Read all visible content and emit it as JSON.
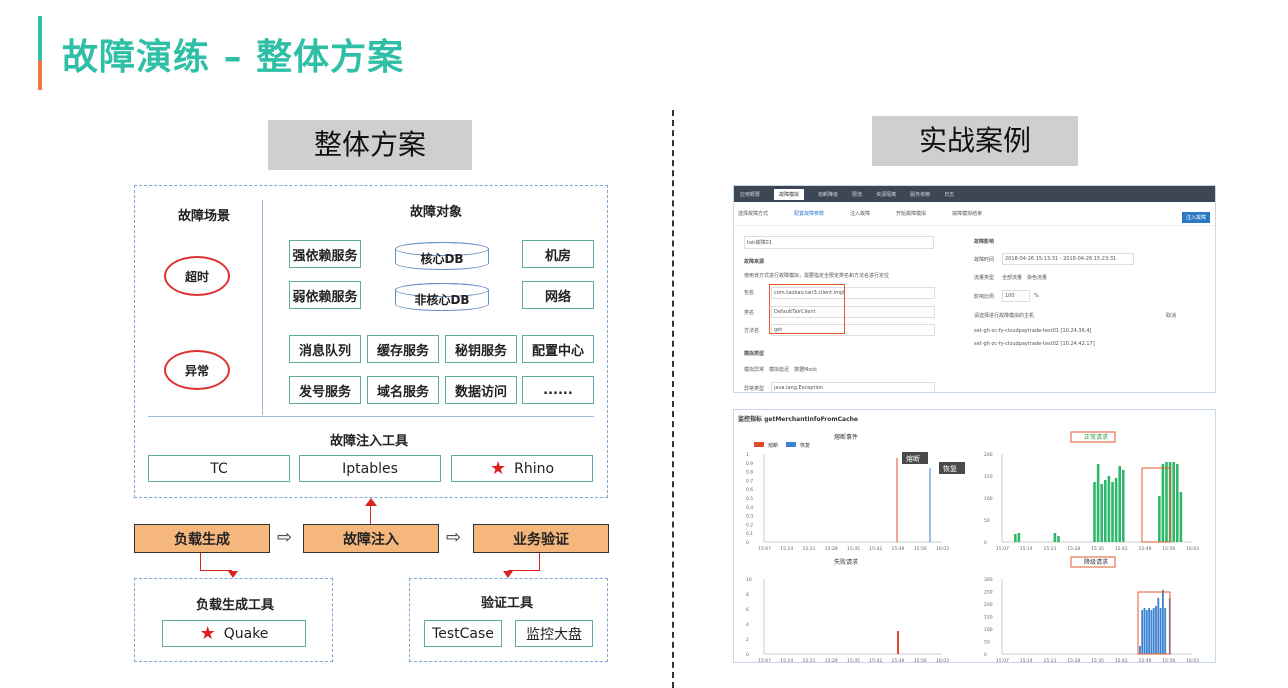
{
  "slide": {
    "title": "故障演练 – 整体方案"
  },
  "left": {
    "header": "整体方案",
    "scene_title": "故障场景",
    "scenes": [
      "超时",
      "异常"
    ],
    "object_title": "故障对象",
    "row1": [
      "强依赖服务",
      "核心DB",
      "机房"
    ],
    "row2": [
      "弱依赖服务",
      "非核心DB",
      "网络"
    ],
    "row3": [
      "消息队列",
      "缓存服务",
      "秘钥服务",
      "配置中心"
    ],
    "row4": [
      "发号服务",
      "域名服务",
      "数据访问",
      "......"
    ],
    "inject_tool_title": "故障注入工具",
    "tools": [
      "TC",
      "Iptables",
      "Rhino"
    ],
    "flow": [
      "负载生成",
      "故障注入",
      "业务验证"
    ],
    "load_tool_title": "负载生成工具",
    "load_tool": "Quake",
    "verify_tool_title": "验证工具",
    "verify_tools": [
      "TestCase",
      "监控大盘"
    ]
  },
  "right": {
    "header": "实战案例",
    "tabs": [
      "应用概要",
      "故障模拟",
      "熔断降级",
      "限流",
      "资源隔离",
      "服务依赖",
      "日志"
    ],
    "steps": [
      "选择故障方式",
      "配置故障参数",
      "注入故障",
      "开始故障模拟",
      "故障模拟结束"
    ],
    "inject_btn": "注入故障",
    "form": {
      "name": "tair故障01",
      "source_title": "故障来源",
      "source_hint": "使用该方式进行故障模拟，需要指定全限定类名和方法名进行定位",
      "pkg_label": "包名",
      "pkg": "com.taobao.tair3.client.impl",
      "class_label": "类名",
      "class": "DefaultTairClient",
      "method_label": "方法名",
      "method": "get",
      "type_title": "模拟类型",
      "types": [
        "模拟异常",
        "模拟延迟",
        "数据Mock"
      ],
      "ex_label": "异常类型",
      "ex": "java.lang.Exception"
    },
    "impact": {
      "title": "故障影响",
      "time_label": "故障时间",
      "time": "2018-04-26 15:13:31 - 2018-04-26 15:23:31",
      "flow_label": "流量类型",
      "flows": [
        "全部流量",
        "染色流量"
      ],
      "ratio_label": "影响比例",
      "ratio": "100",
      "ratio_unit": "%",
      "host_hint": "请选择进行故障模拟的主机",
      "cancel": "取消",
      "hosts": [
        "set-gh-zc-fy-cloudpaytrade-test01 [10.24.36.4]",
        "set-gh-zc-fy-cloudpaytrade-test02 [10.24.42.17]"
      ]
    },
    "monitor": {
      "title": "监控指标 getMerchantInfoFromCache",
      "c1": {
        "title": "熔断事件",
        "legend": [
          "熔断",
          "恢复"
        ],
        "yticks": [
          "1",
          "0.9",
          "0.8",
          "0.7",
          "0.6",
          "0.5",
          "0.4",
          "0.3",
          "0.2",
          "0.1",
          "0"
        ],
        "ann": [
          "熔断",
          "恢复"
        ]
      },
      "c2": {
        "title": "正常请求",
        "yticks": [
          "200",
          "150",
          "100",
          "50",
          "0"
        ]
      },
      "c3": {
        "title": "失败请求",
        "yticks": [
          "10",
          "8",
          "6",
          "4",
          "2",
          "0"
        ]
      },
      "c4": {
        "title": "降级请求",
        "yticks": [
          "300",
          "250",
          "200",
          "150",
          "100",
          "50",
          "0"
        ]
      },
      "xticks": [
        "15:07",
        "15:14",
        "15:21",
        "15:28",
        "15:35",
        "15:42",
        "15:49",
        "15:56",
        "16:03"
      ]
    }
  }
}
